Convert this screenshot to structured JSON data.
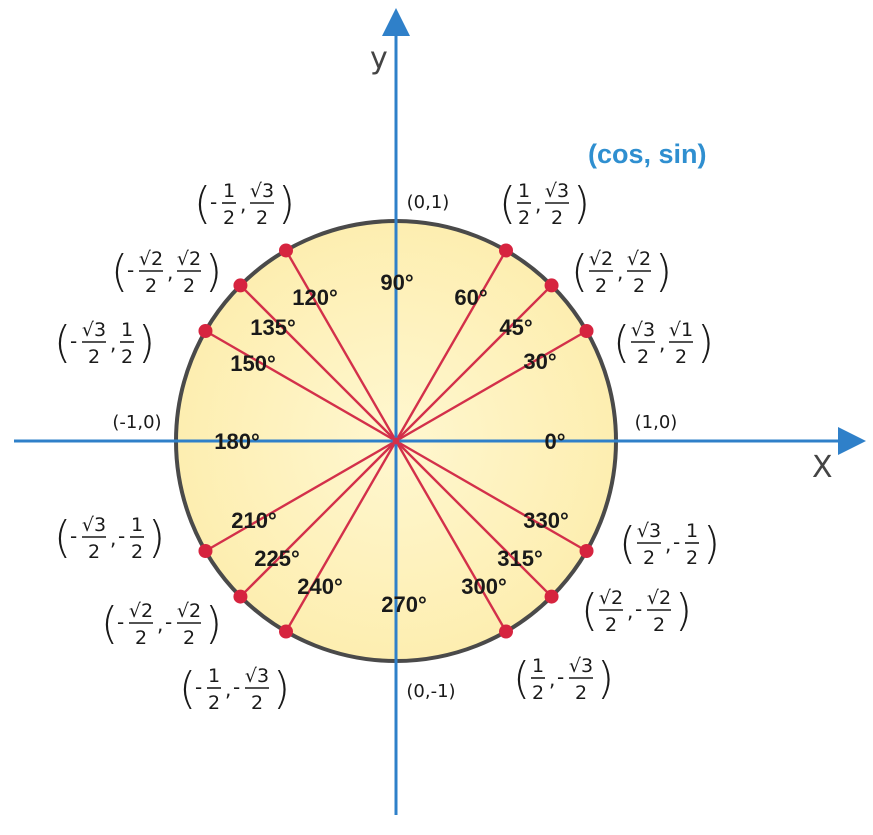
{
  "title": "(cos, sin)",
  "colors": {
    "axis": "#2f80c9",
    "ray": "#d3304a",
    "point": "#d6243f",
    "circle_fill": "#fdeeb0",
    "circle_inner": "#fff7d0",
    "circle_stroke": "#4a4a4a",
    "title": "#2f8fd0"
  },
  "axes": {
    "x_label": "X",
    "y_label": "y"
  },
  "angles": [
    {
      "deg": 0,
      "label": "0°",
      "axis_point": "(1,0)"
    },
    {
      "deg": 30,
      "label": "30°",
      "coord": {
        "xs": "",
        "xn": "√3",
        "xd": "2",
        "ys": "",
        "yn": "√1",
        "yd": "2"
      }
    },
    {
      "deg": 45,
      "label": "45°",
      "coord": {
        "xs": "",
        "xn": "√2",
        "xd": "2",
        "ys": "",
        "yn": "√2",
        "yd": "2"
      }
    },
    {
      "deg": 60,
      "label": "60°",
      "coord": {
        "xs": "",
        "xn": "1",
        "xd": "2",
        "ys": "",
        "yn": "√3",
        "yd": "2"
      }
    },
    {
      "deg": 90,
      "label": "90°",
      "axis_point": "(0,1)"
    },
    {
      "deg": 120,
      "label": "120°",
      "coord": {
        "xs": "-",
        "xn": "1",
        "xd": "2",
        "ys": "",
        "yn": "√3",
        "yd": "2"
      }
    },
    {
      "deg": 135,
      "label": "135°",
      "coord": {
        "xs": "-",
        "xn": "√2",
        "xd": "2",
        "ys": "",
        "yn": "√2",
        "yd": "2"
      }
    },
    {
      "deg": 150,
      "label": "150°",
      "coord": {
        "xs": "-",
        "xn": "√3",
        "xd": "2",
        "ys": "",
        "yn": "1",
        "yd": "2"
      }
    },
    {
      "deg": 180,
      "label": "180°",
      "axis_point": "(-1,0)"
    },
    {
      "deg": 210,
      "label": "210°",
      "coord": {
        "xs": "-",
        "xn": "√3",
        "xd": "2",
        "ys": "-",
        "yn": "1",
        "yd": "2"
      }
    },
    {
      "deg": 225,
      "label": "225°",
      "coord": {
        "xs": "-",
        "xn": "√2",
        "xd": "2",
        "ys": "-",
        "yn": "√2",
        "yd": "2"
      }
    },
    {
      "deg": 240,
      "label": "240°",
      "coord": {
        "xs": "-",
        "xn": "1",
        "xd": "2",
        "ys": "-",
        "yn": "√3",
        "yd": "2"
      }
    },
    {
      "deg": 270,
      "label": "270°",
      "axis_point": "(0,-1)"
    },
    {
      "deg": 300,
      "label": "300°",
      "coord": {
        "xs": "",
        "xn": "1",
        "xd": "2",
        "ys": "-",
        "yn": "√3",
        "yd": "2"
      }
    },
    {
      "deg": 315,
      "label": "315°",
      "coord": {
        "xs": "",
        "xn": "√2",
        "xd": "2",
        "ys": "-",
        "yn": "√2",
        "yd": "2"
      }
    },
    {
      "deg": 330,
      "label": "330°",
      "coord": {
        "xs": "",
        "xn": "√3",
        "xd": "2",
        "ys": "-",
        "yn": "1",
        "yd": "2"
      }
    }
  ]
}
